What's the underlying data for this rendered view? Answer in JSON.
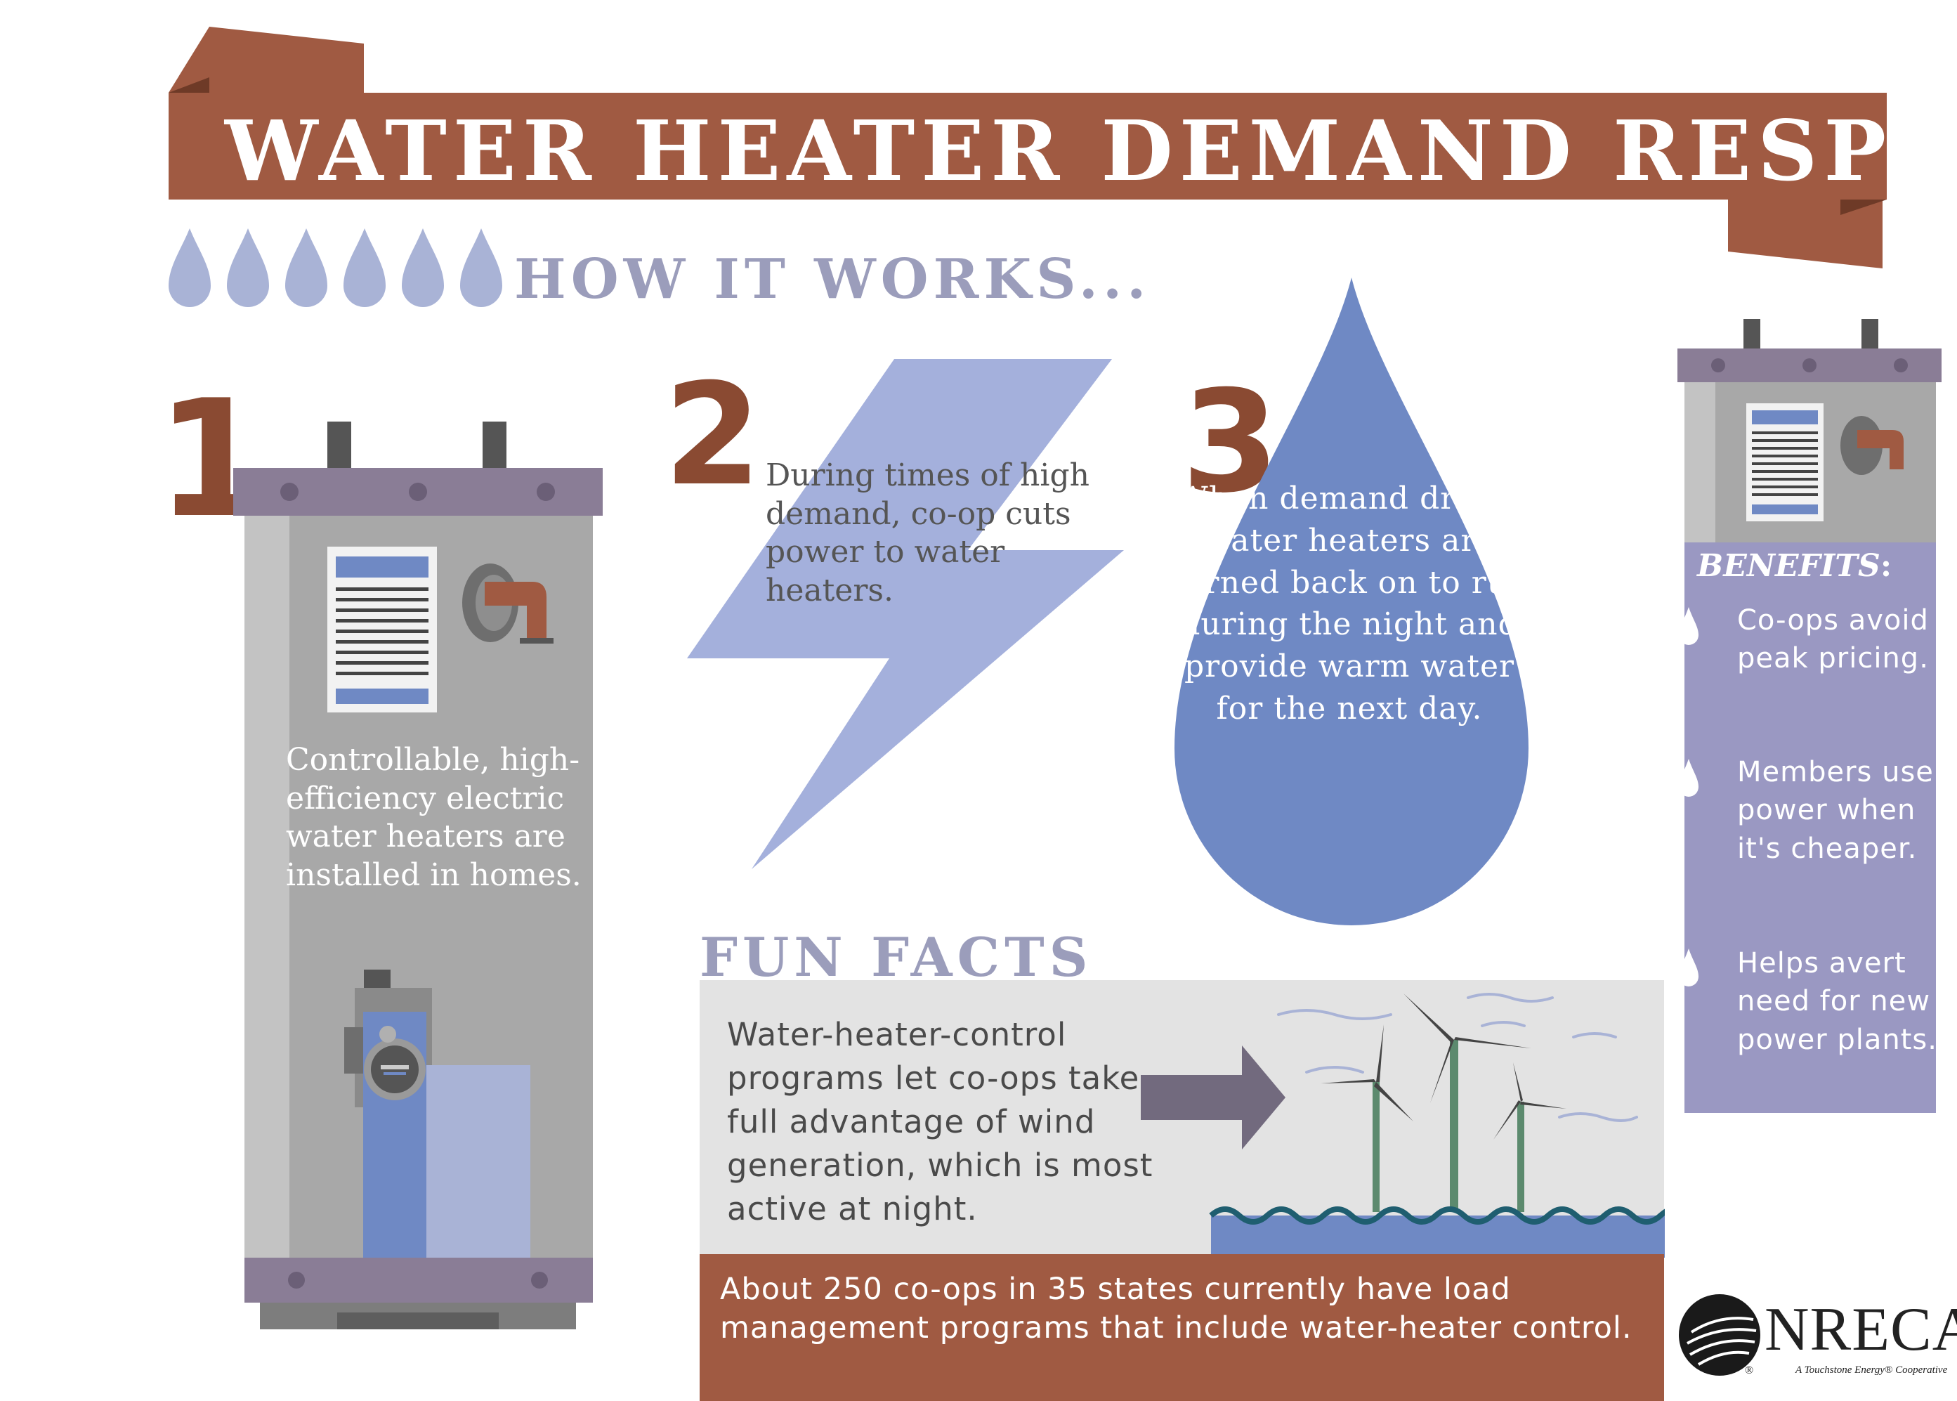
{
  "header": {
    "title": "WATER HEATER DEMAND RESPONSE",
    "subtitle": "HOW IT WORKS..."
  },
  "steps": [
    {
      "number": "1",
      "text": "Controllable, high-efficiency electric water heaters are installed in homes."
    },
    {
      "number": "2",
      "text": "During times of high demand, co-op cuts power to water heaters."
    },
    {
      "number": "3",
      "text": "When demand drops, water heaters are turned back on to run during the night and provide warm water for the next day."
    }
  ],
  "benefits": {
    "heading": "BENEFITS",
    "colon": ":",
    "items": [
      "Co-ops avoid peak pricing.",
      "Members use power when it's cheaper.",
      "Helps avert need for new power plants."
    ]
  },
  "fun_facts": {
    "heading": "FUN FACTS",
    "text": "Water-heater-control programs let co-ops take full advantage of wind generation, which is most active at night.",
    "stat": "About 250 co-ops in 35 states currently have load management programs that include water-heater control."
  },
  "logo": {
    "name": "NRECA",
    "tagline": "A Touchstone Energy® Cooperative",
    "registered": "®"
  },
  "colors": {
    "brown": "#a05a42",
    "brown_dark": "#8a4a32",
    "periwinkle": "#9b9dbb",
    "drop_light": "#a9b3d6",
    "drop_blue": "#6f89c4",
    "bolt": "#a4b0dc",
    "purple_panel": "#9a98c2",
    "heater_gray": "#a8a8a8",
    "heater_lid": "#8a7d96"
  }
}
